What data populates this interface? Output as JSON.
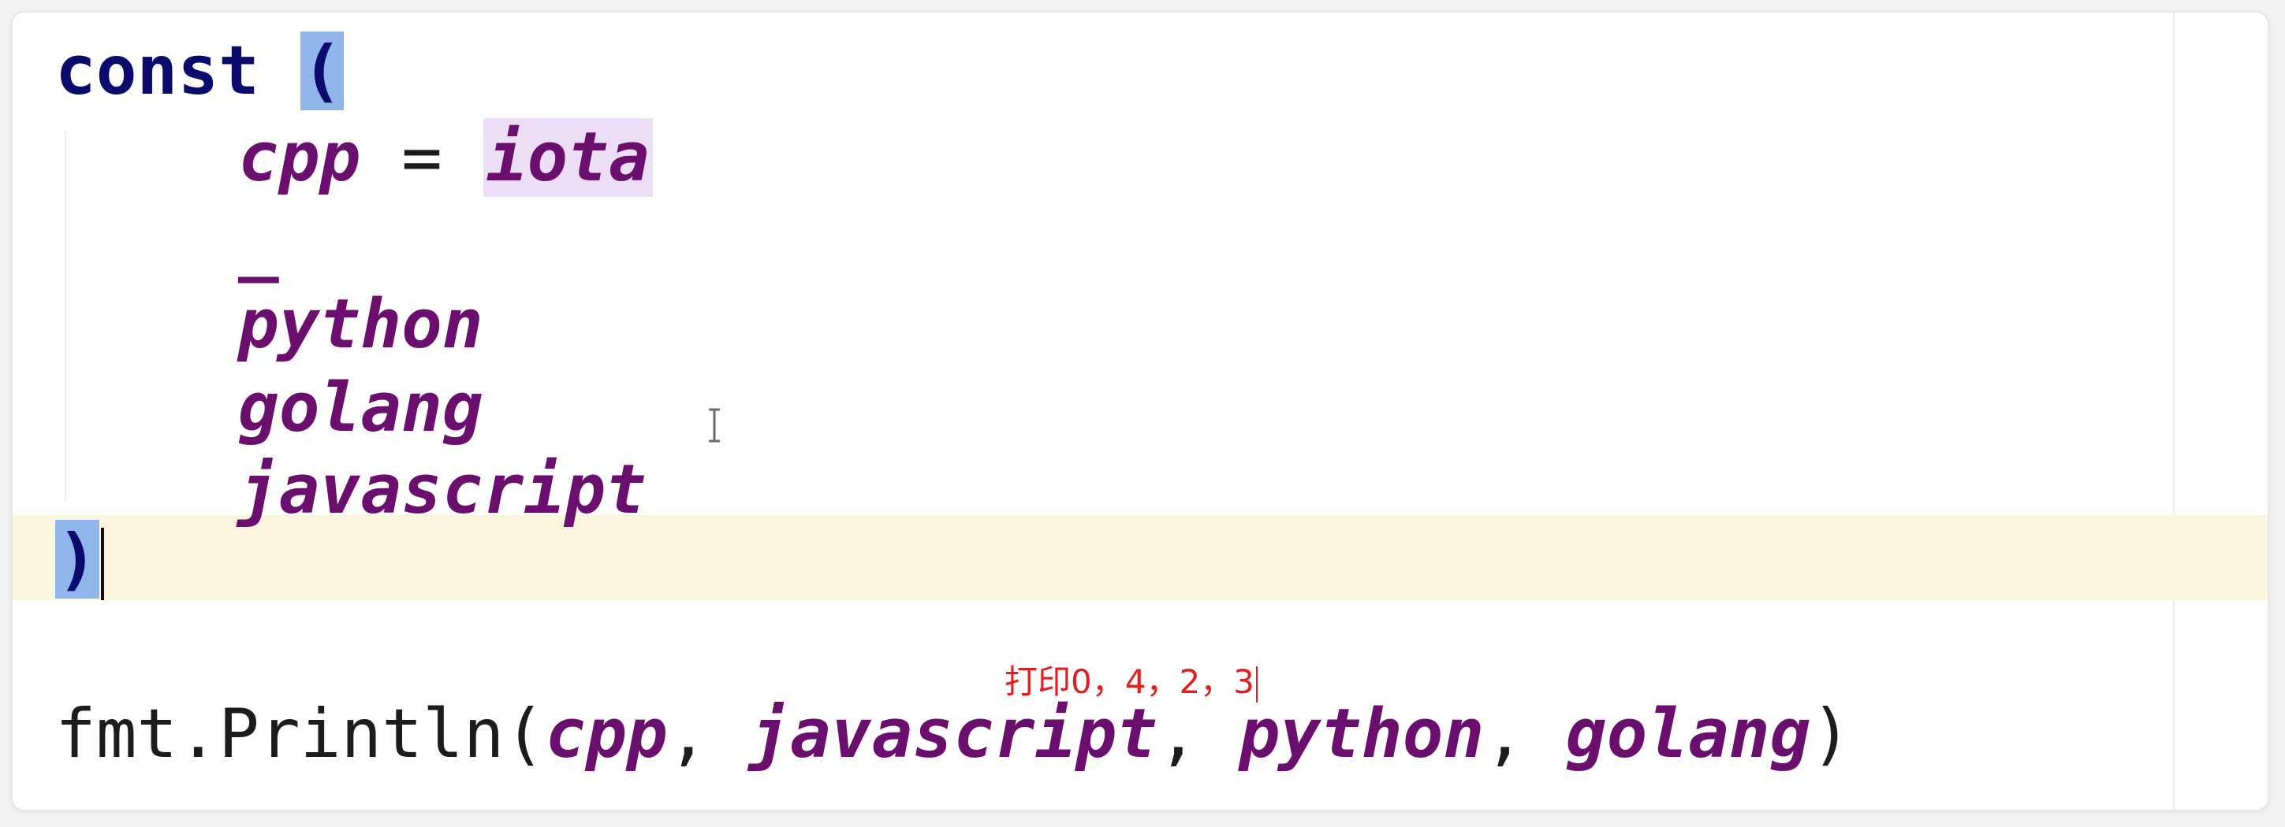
{
  "editor": {
    "lines": {
      "const_kw": "const",
      "open_paren": "(",
      "cpp_name": "cpp",
      "equals": " = ",
      "iota": "iota",
      "blank_ident": "_",
      "python_name": "python",
      "golang_name": "golang",
      "javascript_name": "javascript",
      "close_paren": ")",
      "println_prefix": "fmt.Println(",
      "arg_cpp": "cpp",
      "sep1": ", ",
      "arg_javascript": "javascript",
      "sep2": ", ",
      "arg_python": "python",
      "sep3": ", ",
      "arg_golang": "golang",
      "println_suffix": ")"
    },
    "annotation": "打印0，4，2，3",
    "colors": {
      "keyword": "#0b0b6e",
      "constant": "#6b0f6f",
      "bracket_match": "#8fb5ea",
      "iota_highlight": "#ebdef6",
      "current_line": "#fcf5dd",
      "annotation": "#e02020"
    },
    "icons": {
      "mouse_cursor": "text-ibeam-cursor-icon"
    }
  }
}
